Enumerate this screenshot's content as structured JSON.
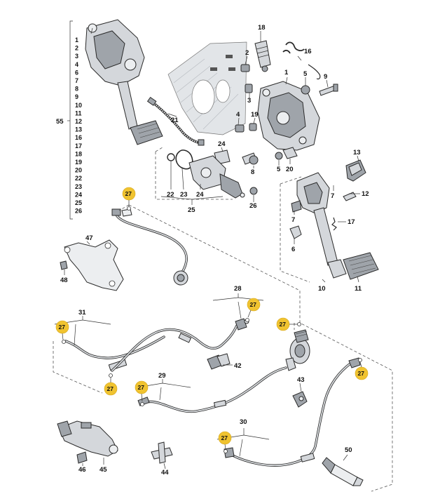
{
  "diagram": {
    "list_group_label": "55",
    "list_items": [
      "1",
      "2",
      "3",
      "4",
      "6",
      "7",
      "8",
      "9",
      "10",
      "11",
      "12",
      "13",
      "16",
      "17",
      "18",
      "19",
      "20",
      "22",
      "23",
      "24",
      "25",
      "26"
    ],
    "labels": {
      "l18": "18",
      "l16": "16",
      "l2": "2",
      "l1": "1",
      "l5a": "5",
      "l9": "9",
      "l3": "3",
      "l4": "4",
      "l19": "19",
      "l21": "21",
      "l24a": "24",
      "l8": "8",
      "l5b": "5",
      "l20": "20",
      "l13": "13",
      "l7a": "7",
      "l12": "12",
      "l7b": "7",
      "l17": "17",
      "l6": "6",
      "l22": "22",
      "l23": "23",
      "l24b": "24",
      "l25": "25",
      "l26": "26",
      "l47": "47",
      "l48": "48",
      "l10": "10",
      "l11": "11",
      "l28": "28",
      "l31": "31",
      "l42": "42",
      "l29": "29",
      "l43": "43",
      "l30": "30",
      "l50": "50",
      "l46": "46",
      "l45": "45",
      "l44": "44"
    },
    "callouts": {
      "c1": "27",
      "c2": "27",
      "c3": "27",
      "c4": "27",
      "c5": "27",
      "c6": "27",
      "c7": "27",
      "c8": "27"
    }
  },
  "colors": {
    "callout_fill": "#f0c330",
    "part_fill": "#d4d7db",
    "line": "#2a2a2a"
  }
}
